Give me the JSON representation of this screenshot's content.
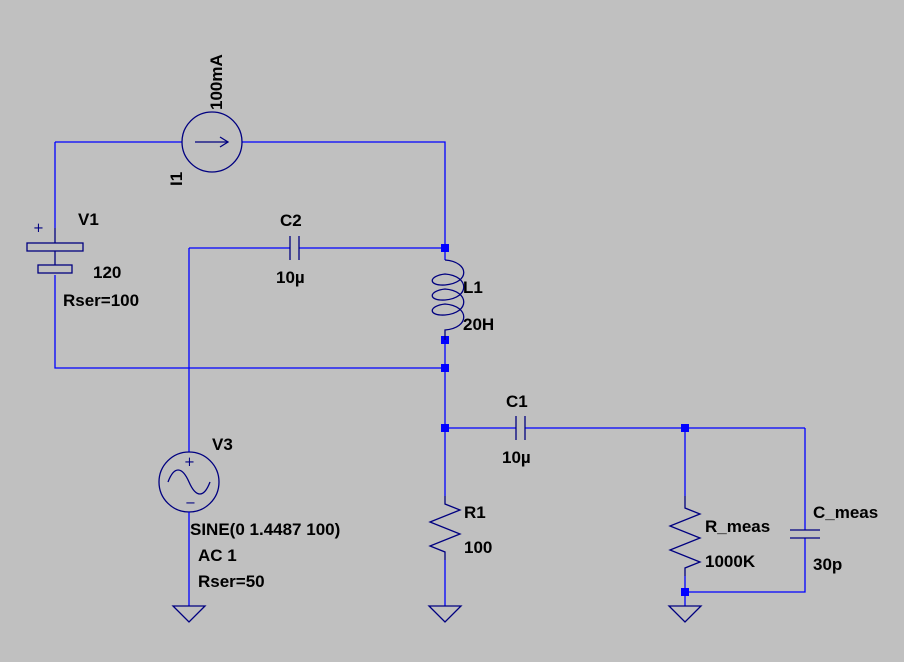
{
  "components": {
    "I1": {
      "name": "I1",
      "value": "100mA"
    },
    "V1": {
      "name": "V1",
      "value": "120",
      "param": "Rser=100"
    },
    "C2": {
      "name": "C2",
      "value": "10µ"
    },
    "L1": {
      "name": "L1",
      "value": "20H"
    },
    "V3": {
      "name": "V3",
      "value": "SINE(0 1.4487 100)",
      "ac": "AC 1",
      "param": "Rser=50"
    },
    "C1": {
      "name": "C1",
      "value": "10µ"
    },
    "R1": {
      "name": "R1",
      "value": "100"
    },
    "R_meas": {
      "name": "R_meas",
      "value": "1000K"
    },
    "C_meas": {
      "name": "C_meas",
      "value": "30p"
    }
  },
  "colors": {
    "background": "#c0c0c0",
    "wire": "#0000ff",
    "component": "#000080",
    "text": "#000000"
  }
}
